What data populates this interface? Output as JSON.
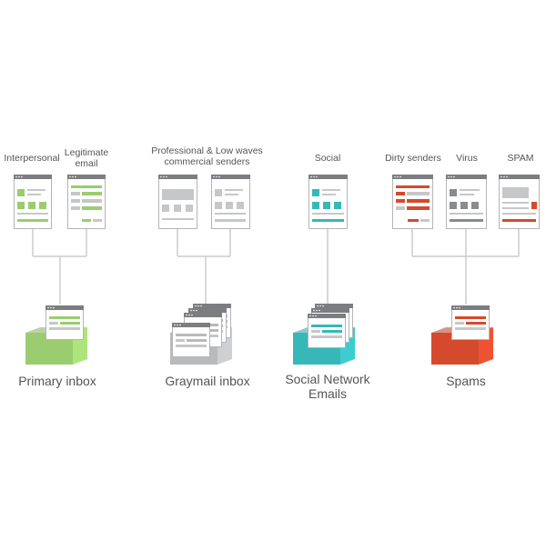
{
  "colors": {
    "green": "#9bcc6f",
    "gray": "#b9babb",
    "teal": "#36b8b9",
    "red": "#d5492d",
    "window_chrome": "#7b7d80",
    "connector": "#cccccc"
  },
  "groups": [
    {
      "id": "primary",
      "color": "green",
      "box_label": "Primary inbox",
      "sources": [
        {
          "label": "Interpersonal",
          "icon": "email-window-icon"
        },
        {
          "label": "Legitimate\nemail",
          "icon": "email-window-icon"
        }
      ]
    },
    {
      "id": "graymail",
      "color": "gray",
      "box_label": "Graymail inbox",
      "header_label": "Professional & Low waves\ncommercial senders",
      "sources": [
        {
          "label": "",
          "icon": "email-window-icon"
        },
        {
          "label": "",
          "icon": "email-window-icon"
        }
      ]
    },
    {
      "id": "social",
      "color": "teal",
      "box_label": "Social Network\nEmails",
      "sources": [
        {
          "label": "Social",
          "icon": "email-window-icon"
        }
      ]
    },
    {
      "id": "spams",
      "color": "red",
      "box_label": "Spams",
      "sources": [
        {
          "label": "Dirty senders",
          "icon": "email-window-icon"
        },
        {
          "label": "Virus",
          "icon": "email-window-icon"
        },
        {
          "label": "SPAM",
          "icon": "email-window-icon"
        }
      ]
    }
  ]
}
